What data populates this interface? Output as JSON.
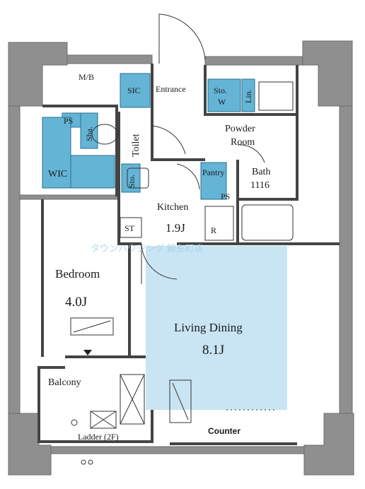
{
  "colors": {
    "wall": "#8f8f8f",
    "storage": "#64b4d6",
    "living": "#c9e5f4",
    "watermark": "#9fd0e8"
  },
  "rooms": {
    "mb": "M/B",
    "sic": "SIC",
    "entrance": "Entrance",
    "sto_w_top": "Sto.",
    "sto_w_bottom": "W",
    "lin": "Lin.",
    "powder_top": "Powder",
    "powder_bottom": "Room",
    "ps_top": "PS",
    "sha": "Sha.",
    "toilet": "Toilet",
    "wic": "WIC",
    "sto_kitchen": "Sto.",
    "pantry": "Pantry",
    "ps_kitchen": "PS",
    "bath": "Bath",
    "bath_size": "1116",
    "kitchen": "Kitchen",
    "kitchen_size": "1.9J",
    "r": "R",
    "bedroom": "Bedroom",
    "bedroom_size": "4.0J",
    "living_dining": "Living Dining",
    "living_size": "8.1J",
    "balcony": "Balcony",
    "counter": "Counter",
    "ladder": "Ladder (2F)",
    "kitchen_icon": "ST"
  },
  "watermark": "タウンハウジング 錦糸町店"
}
